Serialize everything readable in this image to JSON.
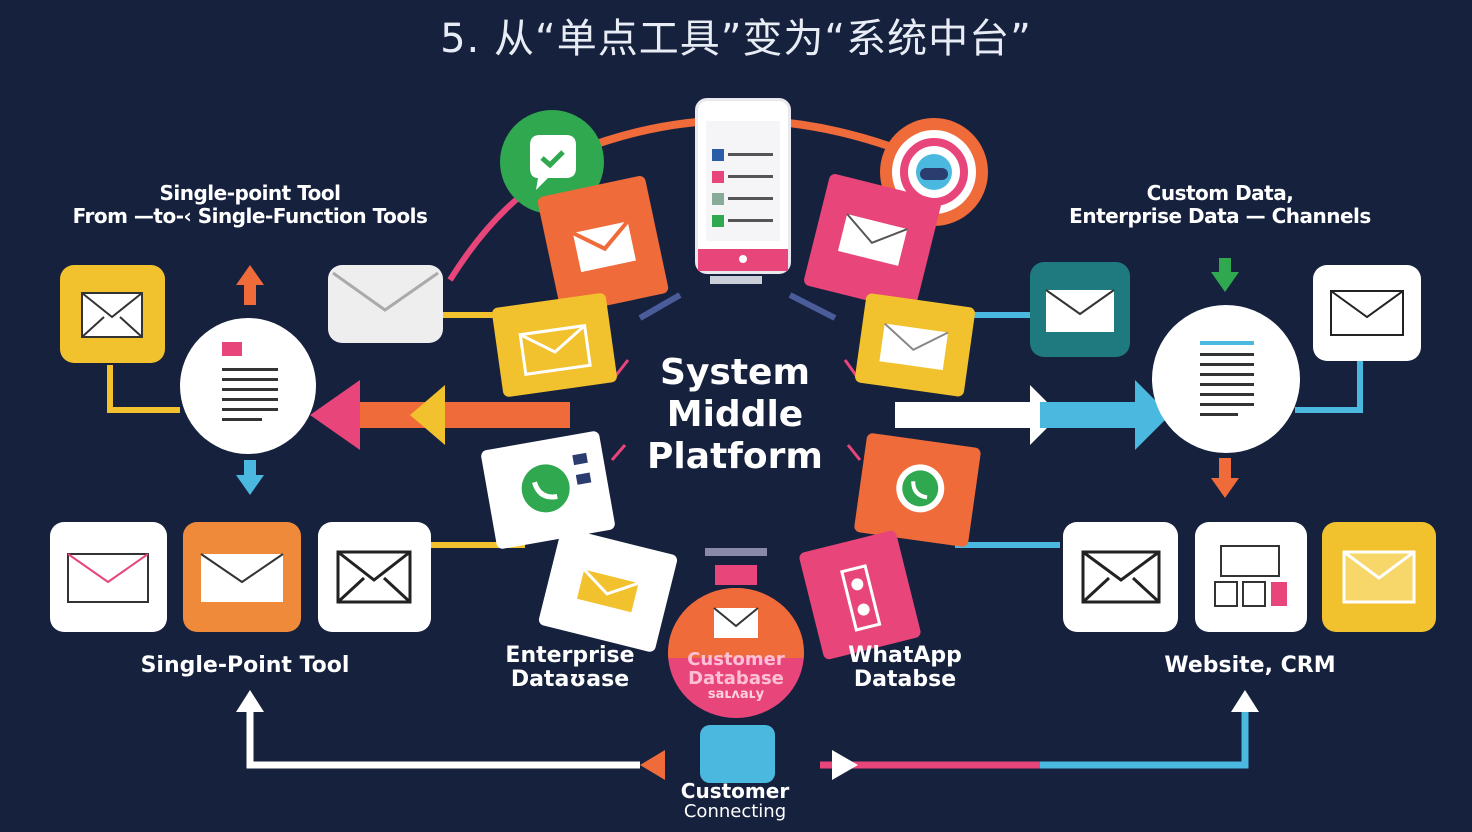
{
  "title": "5. 从“单点工具”变为“系统中台”",
  "center": {
    "line1": "System",
    "line2": "Middle",
    "line3": "Platform"
  },
  "left_top_label": {
    "line1": "Single-point Tool",
    "line2": "From —to-‹ Single-Function Tools"
  },
  "right_top_label": {
    "line1": "Custom Data,",
    "line2": "Enterprise Data — Channels"
  },
  "left_bottom_label": "Single-Point  Tool",
  "right_bottom_label": "Website, CRM",
  "enterprise_db_label": {
    "line1": "Enterprise",
    "line2": "Dataʊase"
  },
  "whatsapp_db_label": {
    "line1": "WhatApp",
    "line2": "Databse"
  },
  "customer_db_label": {
    "line1": "Customer",
    "line2": "Database",
    "line3": "ѕaʟʌaʟy"
  },
  "bottom_label": {
    "line1": "Customer",
    "line2": "Connecting"
  },
  "colors": {
    "background": "#16213e",
    "yellow": "#f2c12e",
    "orange": "#ef6b3a",
    "pink": "#e8457a",
    "green": "#2fa84f",
    "teal": "#1f7a80",
    "blue": "#4bb8e0",
    "white": "#ffffff"
  },
  "icons": [
    "envelope-icon",
    "whatsapp-icon",
    "phone-icon",
    "document-icon",
    "chat-icon",
    "arrow-icon"
  ]
}
